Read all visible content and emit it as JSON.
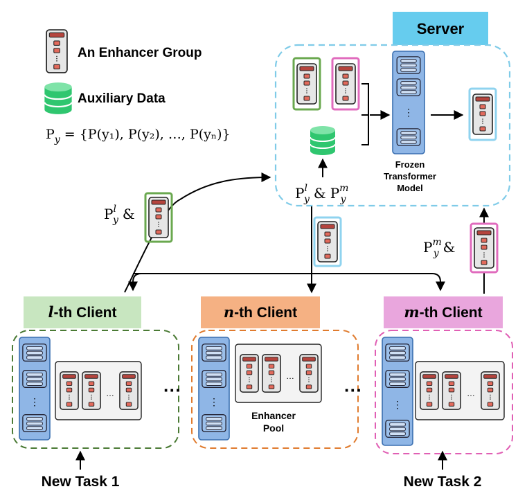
{
  "legend": {
    "enhancer_group_label": "An Enhancer Group",
    "auxiliary_data_label": "Auxiliary Data",
    "formula_lhs": "P",
    "formula_sub": "y",
    "formula_rhs": " = {P(y₁), P(y₂), …, P(yₙ)}"
  },
  "server": {
    "title": "Server",
    "model_line1": "Frozen",
    "model_line2": "Transformer",
    "model_line3": "Model",
    "prompt_label": "P",
    "prompt_sup_l": "l",
    "prompt_sup_m": "m",
    "prompt_sub": "y",
    "amp": "&"
  },
  "arrows": {
    "left_label_base": "P",
    "left_label_sup": "l",
    "left_label_sub": "y",
    "right_label_base": "P",
    "right_label_sup": "m",
    "right_label_sub": "y",
    "amp": "&"
  },
  "clients": [
    {
      "title_italic": "l",
      "title_rest": "-th Client",
      "color": "#c8e6c0",
      "border": "#4a7a34"
    },
    {
      "title_italic": "n",
      "title_rest": "-th Client",
      "color": "#f5b183",
      "border": "#e07b2e"
    },
    {
      "title_italic": "m",
      "title_rest": "-th Client",
      "color": "#e9a6dd",
      "border": "#e05fb4"
    }
  ],
  "pool_label_line1": "Enhancer",
  "pool_label_line2": "Pool",
  "ellipsis": "…",
  "between_dots": "···",
  "tasks": {
    "task1": "New Task 1",
    "task2": "New Task 2"
  },
  "colors": {
    "server_title_bg": "#66ccee",
    "server_border": "#7fcbe8",
    "green_frame": "#6aa84f",
    "pink_frame": "#e06bbd",
    "blue_frame": "#8fd3ef",
    "backbone": "#8fb6e6",
    "backbone_border": "#3a6fb0",
    "data_green": "#38d17a"
  }
}
